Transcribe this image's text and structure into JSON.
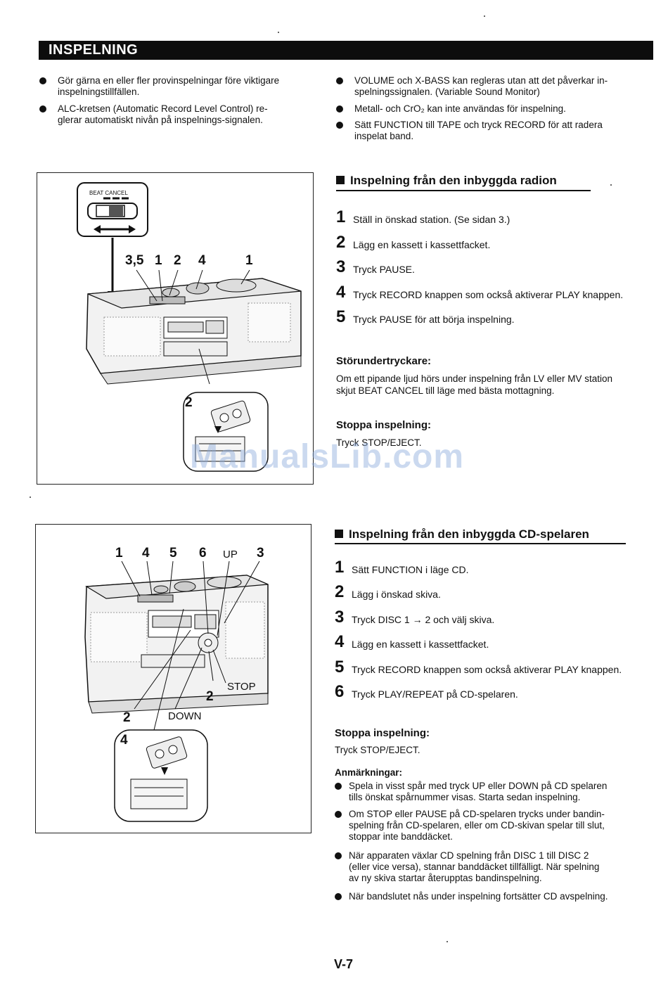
{
  "header": {
    "title": "INSPELNING"
  },
  "intro_left": [
    "Gör gärna en eller fler provinspelningar före viktigare inspelningstillfällen.",
    "ALC-kretsen (Automatic Record Level Control) reglerar automatiskt nivån på inspelnings-signalen."
  ],
  "intro_left_lines": [
    [
      "Gör gärna en eller fler provinspelningar före viktigare",
      "inspelningstillfällen."
    ],
    [
      "ALC-kretsen (Automatic Record Level Control) re-",
      "glerar automatiskt nivån på inspelnings-signalen."
    ]
  ],
  "intro_right_lines": [
    [
      "VOLUME och X-BASS kan regleras utan att det påverkar in-",
      "spelningssignalen. (Variable Sound Monitor)"
    ],
    [
      "Metall- och CrO₂ kan inte användas för inspelning."
    ],
    [
      "Sätt FUNCTION till TAPE och tryck RECORD för att radera",
      "inspelat band."
    ]
  ],
  "radio_section": {
    "heading": "Inspelning från den inbyggda radion",
    "steps": [
      {
        "n": "1",
        "text": "Ställ in önskad station. (Se sidan 3.)"
      },
      {
        "n": "2",
        "text": "Lägg en kassett i kassettfacket."
      },
      {
        "n": "3",
        "text": "Tryck PAUSE."
      },
      {
        "n": "4",
        "text": "Tryck RECORD knappen som också aktiverar PLAY knappen."
      },
      {
        "n": "5",
        "text": "Tryck PAUSE för att börja inspelning."
      }
    ],
    "noise_heading": "Störundertryckare:",
    "noise_lines": [
      "Om ett pipande ljud hörs under inspelning från LV eller MV station",
      "skjut BEAT CANCEL till läge med bästa mottagning."
    ],
    "stop_heading": "Stoppa inspelning:",
    "stop_text": "Tryck STOP/EJECT."
  },
  "cd_section": {
    "heading": "Inspelning från den inbyggda CD-spelaren",
    "steps": [
      {
        "n": "1",
        "text": "Sätt FUNCTION i läge CD."
      },
      {
        "n": "2",
        "text": "Lägg i önskad skiva."
      },
      {
        "n": "3",
        "text": "Tryck DISC 1 → 2 och välj skiva."
      },
      {
        "n": "4",
        "text": "Lägg en kassett i kassettfacket."
      },
      {
        "n": "5",
        "text": "Tryck RECORD knappen som också aktiverar PLAY knappen."
      },
      {
        "n": "6",
        "text": "Tryck PLAY/REPEAT på CD-spelaren."
      }
    ],
    "stop_heading": "Stoppa inspelning:",
    "stop_text": "Tryck STOP/EJECT.",
    "notes_heading": "Anmärkningar:",
    "notes_lines": [
      [
        "Spela in visst spår med tryck UP eller DOWN på CD spelaren",
        "tills önskat spårnummer visas. Starta sedan inspelning."
      ],
      [
        "Om STOP eller PAUSE på CD-spelaren trycks under bandin-",
        "spelning från CD-spelaren, eller om CD-skivan spelar till slut,",
        "stoppar inte banddäcket."
      ],
      [
        "När apparaten växlar CD spelning från DISC 1 till DISC 2",
        "(eller vice versa), stannar banddäcket tillfälligt. När spelning",
        "av ny skiva startar återupptas bandinspelning."
      ],
      [
        "När bandslutet nås under inspelning fortsätter CD avspelning."
      ]
    ]
  },
  "figure1": {
    "switch_label": "BEAT CANCEL",
    "callouts": [
      "3,5",
      "1",
      "2",
      "4",
      "1"
    ],
    "inset_label": "2"
  },
  "figure2": {
    "callouts": [
      "1",
      "4",
      "5",
      "6",
      "UP",
      "3"
    ],
    "bottom_labels": {
      "stop": "STOP",
      "two_a": "2",
      "two_b": "2",
      "down": "DOWN"
    },
    "inset_label": "4"
  },
  "watermark": "ManualsLib.com",
  "footer": {
    "page": "V-7"
  }
}
